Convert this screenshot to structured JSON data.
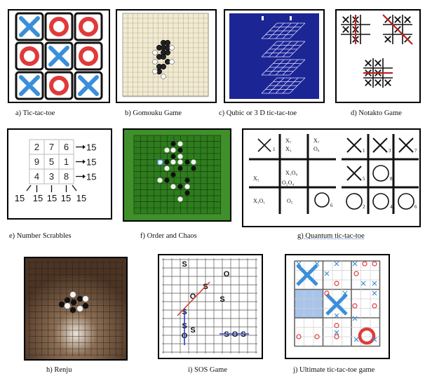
{
  "captions": {
    "a": "a)  Tic-tac-toe",
    "b": "b) Gomouku Game",
    "c": "c) Qubic or 3 D tic-tac-toe",
    "d": "d) Notakto Game",
    "e": "e) Number Scrabbles",
    "f": "f) Order and Chaos",
    "g": "g)  Quantum tic-tac-toe",
    "h": "h) Renju",
    "i": "i) SOS Game",
    "j": "j) Ultimate tic-tac-toe game"
  },
  "tictactoe": {
    "cells": [
      "X",
      "O",
      "O",
      "O",
      "X",
      "O",
      "X",
      "O",
      "X"
    ],
    "colors": {
      "x": "#3b8fd9",
      "o": "#e03a3a",
      "tile_border": "#111111"
    }
  },
  "number_scrabbles": {
    "grid": [
      [
        "2",
        "7",
        "6"
      ],
      [
        "9",
        "5",
        "1"
      ],
      [
        "4",
        "3",
        "8"
      ]
    ],
    "row_sums": [
      "15",
      "15",
      "15"
    ],
    "bottom_sums": [
      "15",
      "15",
      "15",
      "15",
      "15"
    ]
  },
  "quantum": {
    "labels": {
      "tl_1": "1",
      "x7": "X₇",
      "x3": "X₃",
      "o8_top": "O₈",
      "x7b": "X₇",
      "x1o8": "X₁O₈",
      "x5": "X₅",
      "o2o4": "O₂O₄",
      "x3o1": "X₃O₁",
      "o5": "O₅",
      "n6": "6",
      "r1": "1",
      "r3": "3",
      "r7": "7",
      "r5": "5",
      "r8": "8",
      "r2": "2",
      "r4": "4",
      "r6": "6"
    }
  },
  "sos": {
    "letters": [
      "S",
      "O",
      "S",
      "O",
      "S",
      "S",
      "S",
      "O",
      "S",
      "S",
      "O",
      "S"
    ],
    "colors": {
      "grid": "#555555",
      "red_line": "#d23a2a",
      "blue_line": "#2a3ad2"
    }
  },
  "ultimate": {
    "colors": {
      "x": "#3b8fd9",
      "o": "#e03a3a",
      "highlight": "#a9c4ea"
    }
  }
}
